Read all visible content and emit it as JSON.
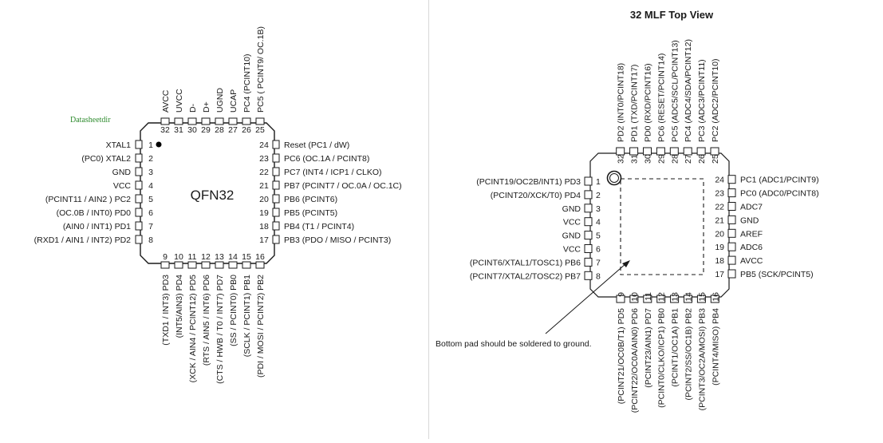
{
  "left": {
    "watermark": "Datasheetdir",
    "package_label": "QFN32",
    "pins": {
      "left": [
        {
          "num": "1",
          "label": "XTAL1"
        },
        {
          "num": "2",
          "label": "(PC0) XTAL2"
        },
        {
          "num": "3",
          "label": "GND"
        },
        {
          "num": "4",
          "label": "VCC"
        },
        {
          "num": "5",
          "label": "(PCINT11 / AIN2 ) PC2"
        },
        {
          "num": "6",
          "label": "(OC.0B / INT0) PD0"
        },
        {
          "num": "7",
          "label": "(AIN0 / INT1) PD1"
        },
        {
          "num": "8",
          "label": "(RXD1 / AIN1 / INT2) PD2"
        }
      ],
      "bottom": [
        {
          "num": "9",
          "label": "(TXD1 / INT3) PD3"
        },
        {
          "num": "10",
          "label": "(INT5/AIN3) PD4"
        },
        {
          "num": "11",
          "label": "(XCK / AIN4 / PCINT12) PD5"
        },
        {
          "num": "12",
          "label": "(RTS / AIN5 / INT6) PD6"
        },
        {
          "num": "13",
          "label": "(CTS / HWB / T0 / INT7) PD7"
        },
        {
          "num": "14",
          "label": "(SS / PCINT0) PB0"
        },
        {
          "num": "15",
          "label": "(SCLK / PCINT1) PB1"
        },
        {
          "num": "16",
          "label": "(PDI / MOSI / PCINT2) PB2"
        }
      ],
      "right": [
        {
          "num": "17",
          "label": "PB3 (PDO / MISO / PCINT3)"
        },
        {
          "num": "18",
          "label": "PB4 (T1 / PCINT4)"
        },
        {
          "num": "19",
          "label": "PB5 (PCINT5)"
        },
        {
          "num": "20",
          "label": "PB6 (PCINT6)"
        },
        {
          "num": "21",
          "label": "PB7 (PCINT7 / OC.0A / OC.1C)"
        },
        {
          "num": "22",
          "label": "PC7 (INT4 / ICP1 / CLKO)"
        },
        {
          "num": "23",
          "label": "PC6 (OC.1A / PCINT8)"
        },
        {
          "num": "24",
          "label": "Reset (PC1 / dW)"
        }
      ],
      "top": [
        {
          "num": "25",
          "label": "PC5 ( PCINT9/ OC.1B)"
        },
        {
          "num": "26",
          "label": "PC4 (PCINT10)"
        },
        {
          "num": "27",
          "label": "UCAP"
        },
        {
          "num": "28",
          "label": "UGND"
        },
        {
          "num": "29",
          "label": "D+"
        },
        {
          "num": "30",
          "label": "D-"
        },
        {
          "num": "31",
          "label": "UVCC"
        },
        {
          "num": "32",
          "label": "AVCC"
        }
      ]
    }
  },
  "right": {
    "title": "32 MLF Top View",
    "note": "Bottom pad should be soldered to ground.",
    "pins": {
      "left": [
        {
          "num": "1",
          "label": "(PCINT19/OC2B/INT1) PD3"
        },
        {
          "num": "2",
          "label": "(PCINT20/XCK/T0) PD4"
        },
        {
          "num": "3",
          "label": "GND"
        },
        {
          "num": "4",
          "label": "VCC"
        },
        {
          "num": "5",
          "label": "GND"
        },
        {
          "num": "6",
          "label": "VCC"
        },
        {
          "num": "7",
          "label": "(PCINT6/XTAL1/TOSC1) PB6"
        },
        {
          "num": "8",
          "label": "(PCINT7/XTAL2/TOSC2) PB7"
        }
      ],
      "bottom": [
        {
          "num": "9",
          "label": "(PCINT21/OC0B/T1) PD5"
        },
        {
          "num": "10",
          "label": "(PCINT22/OC0A/AIN0) PD6"
        },
        {
          "num": "11",
          "label": "(PCINT23/AIN1) PD7"
        },
        {
          "num": "12",
          "label": "(PCINT0/CLKO/ICP1) PB0"
        },
        {
          "num": "13",
          "label": "(PCINT1/OC1A) PB1"
        },
        {
          "num": "14",
          "label": "(PCINT2/SS/OC1B) PB2"
        },
        {
          "num": "15",
          "label": "(PCINT3/OC2A/MOSI) PB3"
        },
        {
          "num": "16",
          "label": "(PCINT4/MISO) PB4"
        }
      ],
      "right": [
        {
          "num": "17",
          "label": "PB5 (SCK/PCINT5)"
        },
        {
          "num": "18",
          "label": "AVCC"
        },
        {
          "num": "19",
          "label": "ADC6"
        },
        {
          "num": "20",
          "label": "AREF"
        },
        {
          "num": "21",
          "label": "GND"
        },
        {
          "num": "22",
          "label": "ADC7"
        },
        {
          "num": "23",
          "label": "PC0 (ADC0/PCINT8)"
        },
        {
          "num": "24",
          "label": "PC1 (ADC1/PCINT9)"
        }
      ],
      "top": [
        {
          "num": "25",
          "label": "PC2 (ADC2/PCINT10)"
        },
        {
          "num": "26",
          "label": "PC3 (ADC3/PCINT11)"
        },
        {
          "num": "27",
          "label": "PC4 (ADC4/SDA/PCINT12)"
        },
        {
          "num": "28",
          "label": "PC5 (ADC5/SCL/PCINT13)"
        },
        {
          "num": "29",
          "label": "PC6 (RESET/PCINT14)"
        },
        {
          "num": "30",
          "label": "PD0 (RXD/PCINT16)"
        },
        {
          "num": "31",
          "label": "PD1 (TXD/PCINT17)"
        },
        {
          "num": "32",
          "label": "PD2 (INT0/PCINT18)"
        }
      ]
    }
  },
  "colors": {
    "ink": "#1a1a1a",
    "watermark": "#2e8b2e",
    "divider": "#d8d8d8"
  }
}
